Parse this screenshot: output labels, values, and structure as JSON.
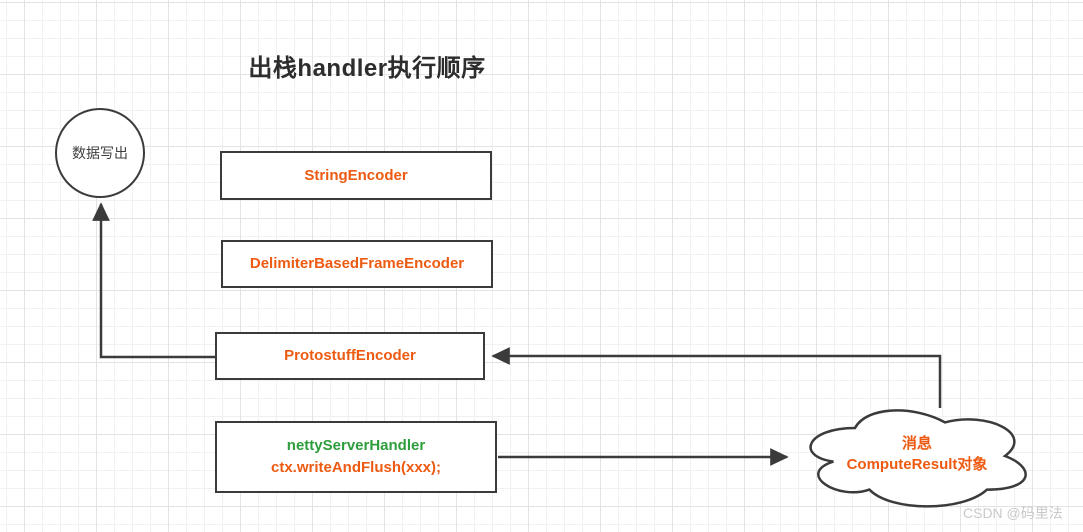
{
  "title": "出栈handler执行顺序",
  "diagram": {
    "start_node": {
      "label": "数据写出"
    },
    "handlers": [
      {
        "id": "string-encoder",
        "label": "StringEncoder"
      },
      {
        "id": "delimiter-based-frame-encoder",
        "label": "DelimiterBasedFrameEncoder"
      },
      {
        "id": "protostuff-encoder",
        "label": "ProtostuffEncoder"
      },
      {
        "id": "netty-server-handler",
        "label": "nettyServerHandler",
        "sublabel": "ctx.writeAndFlush(xxx);"
      }
    ],
    "message_node": {
      "label": "消息",
      "sublabel": "ComputeResult对象"
    }
  },
  "watermark": "CSDN @码里法",
  "colors": {
    "accent_orange": "#ed5a12",
    "handler_green": "#2e9e3c",
    "line_dark": "#3b3b3b",
    "grid_minor": "#f1f1f1",
    "grid_major": "#e3e3e3",
    "watermark_gray": "#c9c9c9"
  }
}
